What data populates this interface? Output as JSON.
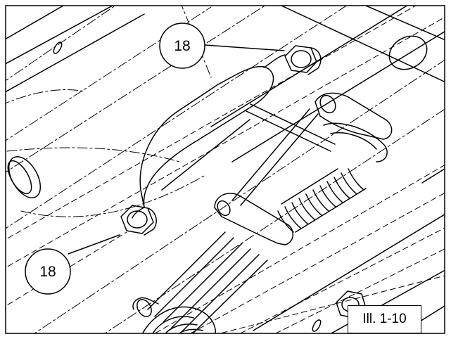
{
  "callouts": [
    {
      "label": "18"
    },
    {
      "label": "18"
    }
  ],
  "figure_label": "Ill. 1-10",
  "colors": {
    "line": "#000000",
    "background": "#ffffff"
  }
}
